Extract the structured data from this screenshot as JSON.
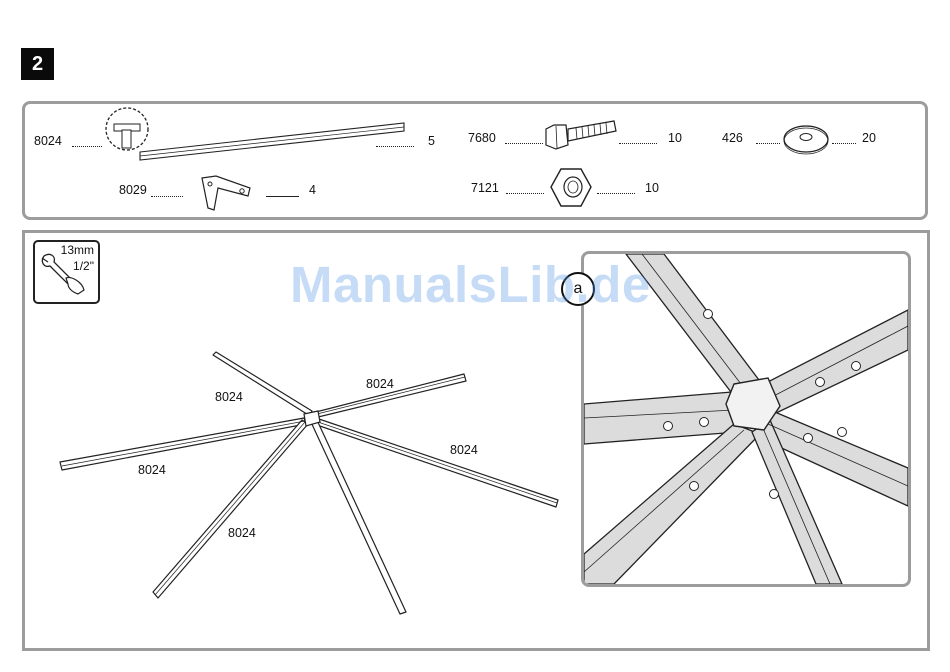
{
  "step": {
    "number": "2"
  },
  "parts": {
    "items": [
      {
        "code": "8024",
        "qty": "5",
        "icon": "roof-bar"
      },
      {
        "code": "8029",
        "qty": "4",
        "icon": "angle-bracket"
      },
      {
        "code": "7680",
        "qty": "10",
        "icon": "hex-bolt"
      },
      {
        "code": "7121",
        "qty": "10",
        "icon": "hex-nut"
      },
      {
        "code": "426",
        "qty": "20",
        "icon": "washer"
      }
    ]
  },
  "tool": {
    "size_metric": "13mm",
    "size_imperial": "1/2\"",
    "icon": "wrench-icon"
  },
  "diagram": {
    "bar_labels": [
      "8024",
      "8024",
      "8024",
      "8024",
      "8024"
    ]
  },
  "detail": {
    "letter": "a"
  },
  "watermark": {
    "text": "ManualsLib.de"
  }
}
